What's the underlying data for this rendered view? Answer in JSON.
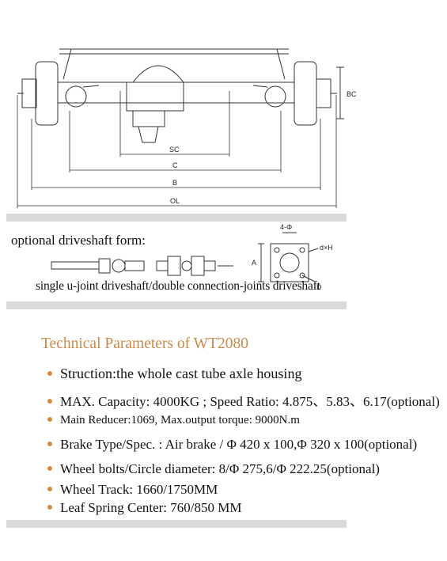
{
  "drawing": {
    "dimension_labels": {
      "bc": "BC",
      "sc": "SC",
      "c": "C",
      "b": "B",
      "ol": "OL"
    },
    "flange_labels": {
      "holes": "4-Φ",
      "dxh": "d×H",
      "a": "A",
      "d": "D"
    }
  },
  "driveshaft": {
    "title": "optional  driveshaft form:",
    "caption": "single u-joint driveshaft/double connection-joints driveshaft"
  },
  "params": {
    "title": "Technical Parameters of WT2080",
    "items": [
      "Struction:the whole cast tube axle housing",
      "MAX. Capacity: 4000KG ; Speed Ratio: 4.875、5.83、6.17(optional)",
      "Main Reducer:1069, Max.output torque: 9000N.m",
      "Brake Type/Spec. : Air brake / Φ 420 x 100,Φ 320 x 100(optional)",
      "Wheel bolts/Circle diameter: 8/Φ 275,6/Φ 222.25(optional)",
      "Wheel Track: 1660/1750MM",
      "Leaf Spring Center: 760/850 MM"
    ]
  },
  "colors": {
    "accent": "#c98a4a",
    "bullet": "#d98b3a",
    "bar": "#d9d9d9"
  }
}
